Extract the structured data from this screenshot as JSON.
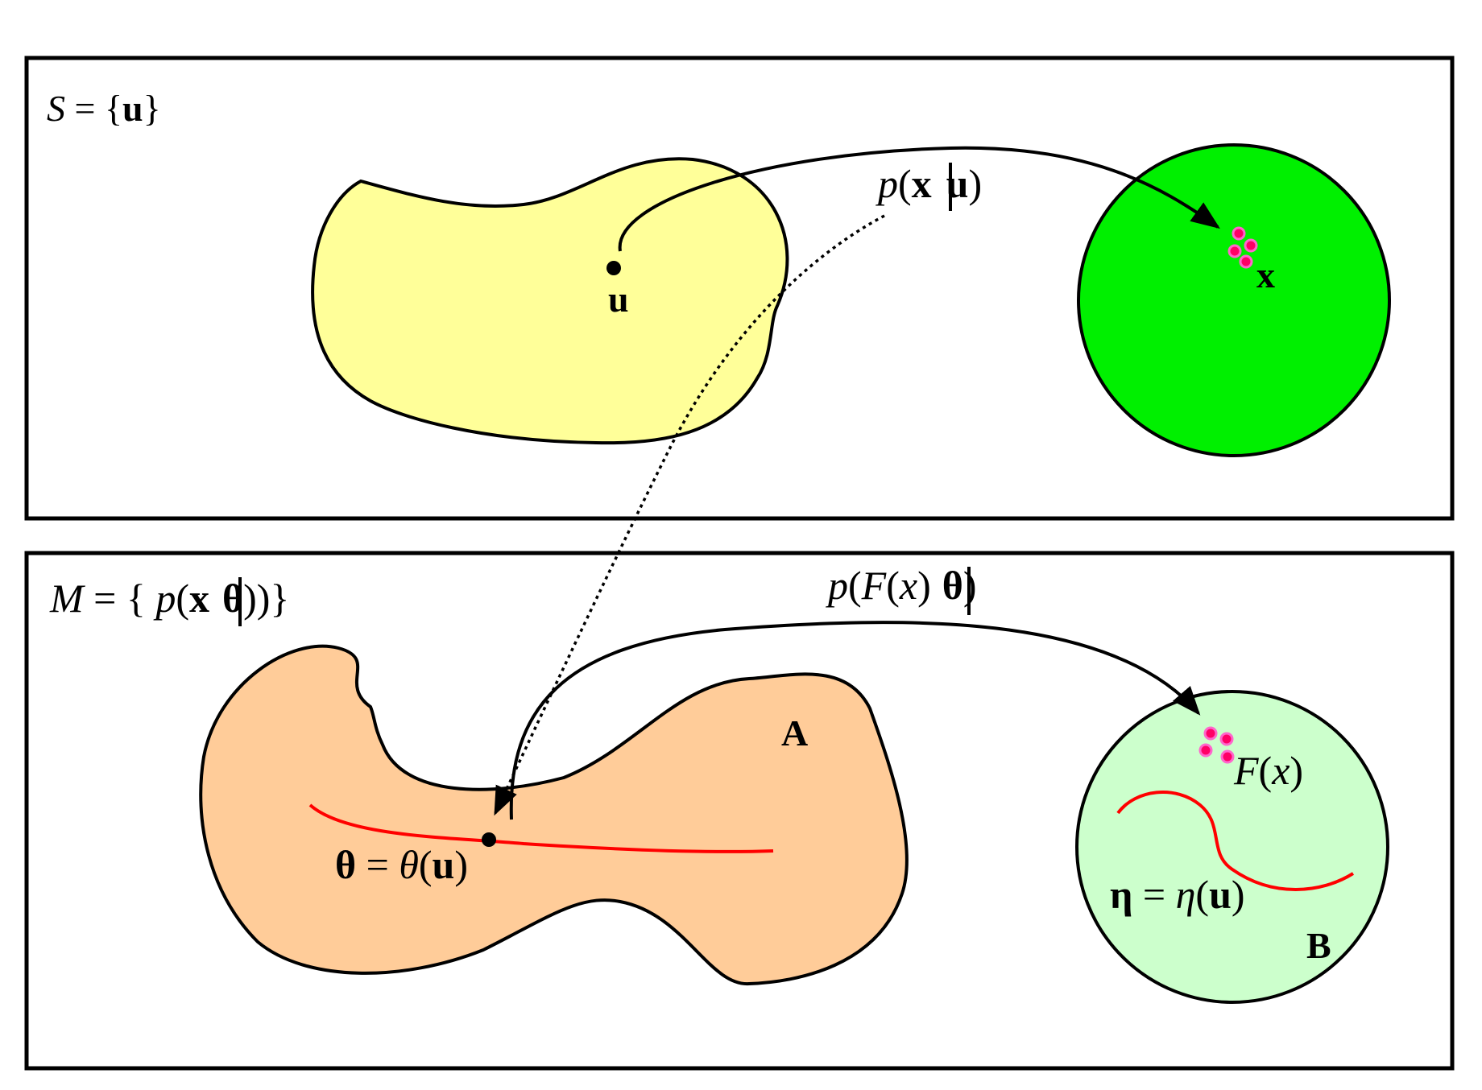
{
  "top_panel": {
    "label": {
      "lhs": "S",
      "eq": " = ",
      "open": "{",
      "var": "u",
      "close": "}"
    },
    "source_point": "u",
    "target_points": "x",
    "arrow_label": {
      "p": "p",
      "open": "(",
      "x": "x",
      "u": "u",
      "close": ")"
    }
  },
  "bottom_panel": {
    "label": {
      "lhs": "M",
      "eq": " = ",
      "open": "{ ",
      "p": "p",
      "paren": "(",
      "x": "x",
      "theta": "θ",
      "close": "))}"
    },
    "arrow_label": {
      "p": "p",
      "open": "(",
      "F": "F",
      "lp": "(",
      "x": "x",
      "rp": ")",
      "theta": "θ",
      "close": ")"
    },
    "region_a": "A",
    "region_b": "B",
    "theta_eq": {
      "lhs": "θ",
      "eq": " = ",
      "fn": "θ",
      "open": "(",
      "u": "u",
      "close": ")"
    },
    "eta_eq": {
      "lhs": "η",
      "eq": " = ",
      "fn": "η",
      "open": "(",
      "u": "u",
      "close": ")"
    },
    "fx_label": {
      "F": "F",
      "open": "(",
      "x": "x",
      "close": ")"
    }
  },
  "colors": {
    "yellow_region": "#FFFF99",
    "green_circle": "#00F000",
    "orange_region": "#FFCC99",
    "light_green_circle": "#CCFFCC",
    "curve_red": "#FF0000",
    "sample_dot": "#FF0066"
  }
}
